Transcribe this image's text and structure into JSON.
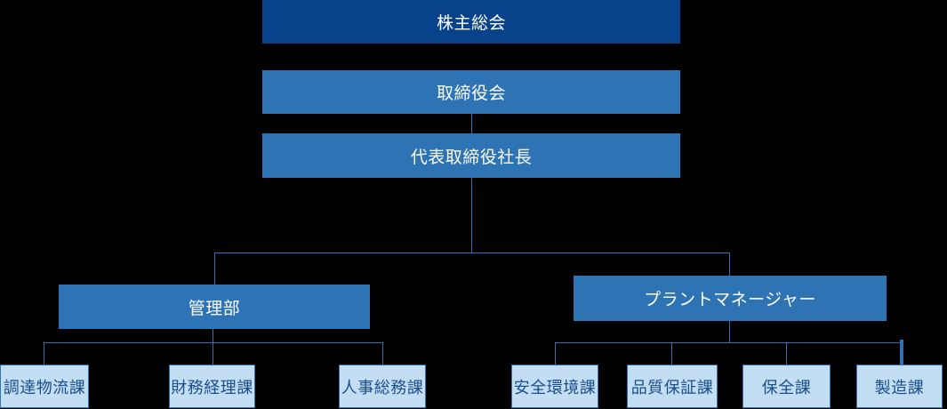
{
  "colors": {
    "background": "#000000",
    "level1_fill": "#07428a",
    "level2_fill": "#2e74b5",
    "leaf_fill": "#c3ddf3",
    "leaf_border": "#2e74b5",
    "leaf_text": "#1a4f8c",
    "connector": "#2e74b5",
    "top_text": "#ffffff"
  },
  "org": {
    "level1": {
      "label": "株主総会"
    },
    "level2": {
      "label": "取締役会"
    },
    "level3": {
      "label": "代表取締役社長"
    },
    "branches": [
      {
        "label": "管理部",
        "children": [
          {
            "label": "調達物流課"
          },
          {
            "label": "財務経理課"
          },
          {
            "label": "人事総務課"
          }
        ]
      },
      {
        "label": "プラントマネージャー",
        "children": [
          {
            "label": "安全環境課"
          },
          {
            "label": "品質保証課"
          },
          {
            "label": "保全課"
          },
          {
            "label": "製造課"
          }
        ]
      }
    ]
  }
}
